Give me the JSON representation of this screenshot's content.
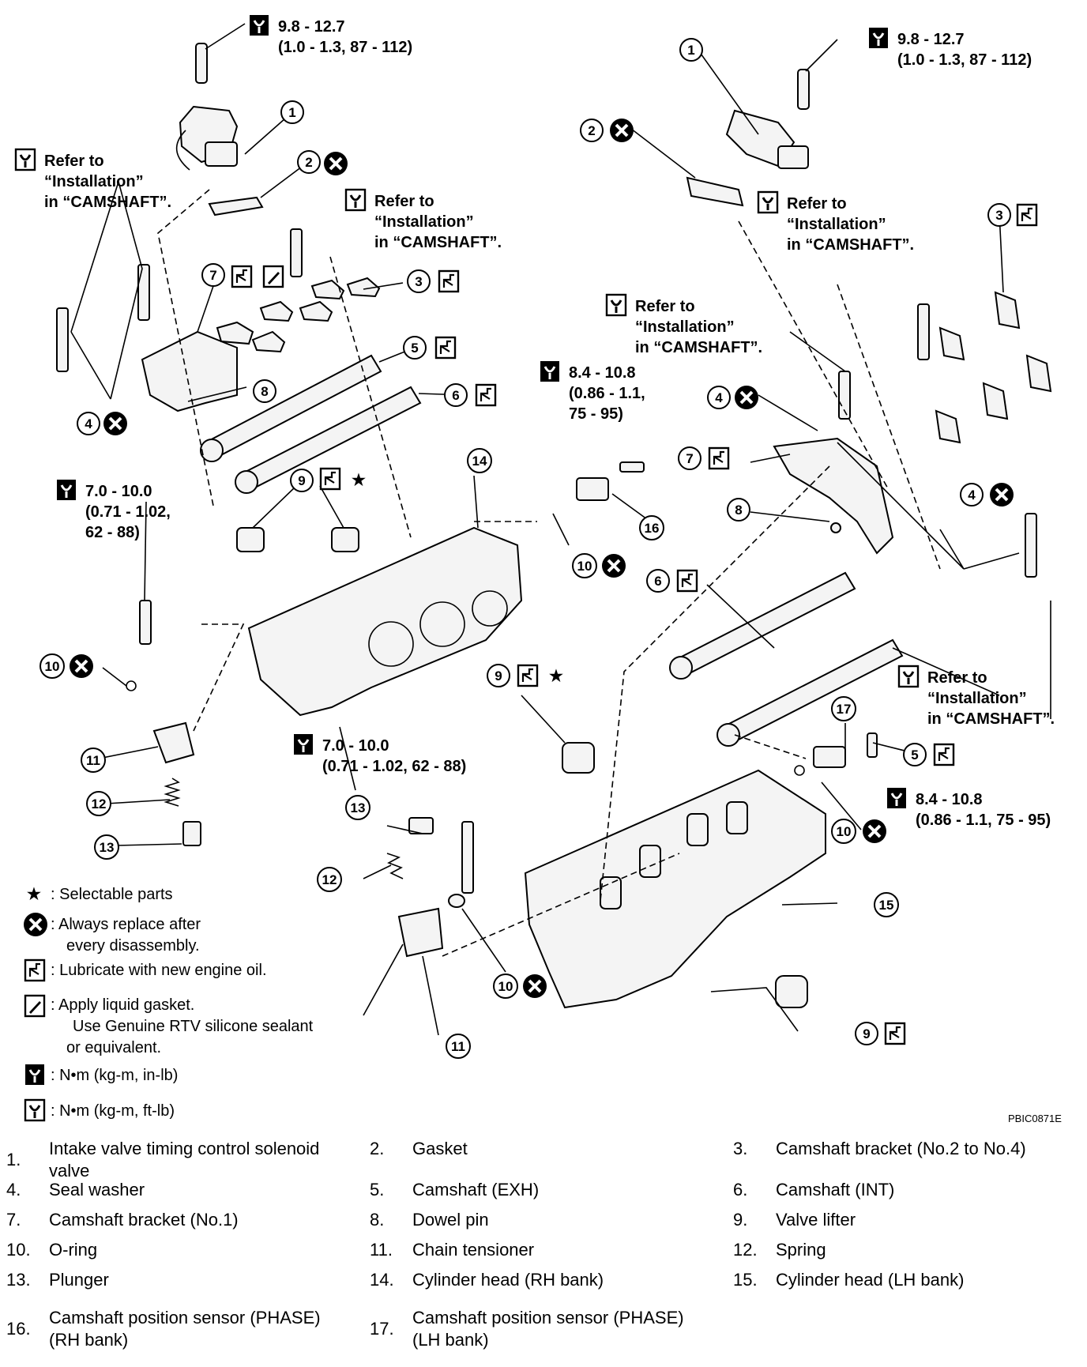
{
  "callouts": {
    "torque_rh_top": [
      "9.8 - 12.7",
      "(1.0 - 1.3, 87 - 112)"
    ],
    "torque_lh_top": [
      "9.8 - 12.7",
      "(1.0 - 1.3, 87 - 112)"
    ],
    "refer_rh_left": [
      "Refer to",
      "“Installation”",
      "in “CAMSHAFT”."
    ],
    "refer_rh_mid": [
      "Refer to",
      "“Installation”",
      "in “CAMSHAFT”."
    ],
    "refer_lh_top": [
      "Refer to",
      "“Installation”",
      "in “CAMSHAFT”."
    ],
    "refer_lh_mid": [
      "Refer to",
      "“Installation”",
      "in “CAMSHAFT”."
    ],
    "refer_lh_right": [
      "Refer to",
      "“Installation”",
      "in “CAMSHAFT”."
    ],
    "torque_sensor_rh": [
      "8.4 - 10.8",
      "(0.86 - 1.1,",
      "75 - 95)"
    ],
    "torque_tensioner_rh": [
      "7.0 - 10.0",
      "(0.71 - 1.02,",
      "62 - 88)"
    ],
    "torque_head_rh": [
      "7.0 - 10.0",
      "(0.71 - 1.02, 62 - 88)"
    ],
    "torque_sensor_lh": [
      "8.4 - 10.8",
      "(0.86 - 1.1, 75 - 95)"
    ]
  },
  "legend": {
    "selectable": ": Selectable parts",
    "replace": [
      ": Always replace after",
      "every disassembly."
    ],
    "lubricate": ": Lubricate with new engine oil.",
    "gasket": [
      ": Apply liquid gasket.",
      "Use Genuine RTV silicone sealant",
      "or equivalent."
    ],
    "nm_inlb": ": N•m  (kg-m, in-lb)",
    "nm_ftlb": ": N•m  (kg-m, ft-lb)"
  },
  "figure_code": "PBIC0871E",
  "parts": [
    {
      "num": "1.",
      "name": [
        "Intake valve timing control solenoid",
        "valve"
      ]
    },
    {
      "num": "2.",
      "name": [
        "Gasket"
      ]
    },
    {
      "num": "3.",
      "name": [
        "Camshaft bracket (No.2 to No.4)"
      ]
    },
    {
      "num": "4.",
      "name": [
        "Seal washer"
      ]
    },
    {
      "num": "5.",
      "name": [
        "Camshaft (EXH)"
      ]
    },
    {
      "num": "6.",
      "name": [
        "Camshaft (INT)"
      ]
    },
    {
      "num": "7.",
      "name": [
        "Camshaft bracket (No.1)"
      ]
    },
    {
      "num": "8.",
      "name": [
        "Dowel pin"
      ]
    },
    {
      "num": "9.",
      "name": [
        "Valve lifter"
      ]
    },
    {
      "num": "10.",
      "name": [
        "O-ring"
      ]
    },
    {
      "num": "11.",
      "name": [
        "Chain tensioner"
      ]
    },
    {
      "num": "12.",
      "name": [
        "Spring"
      ]
    },
    {
      "num": "13.",
      "name": [
        "Plunger"
      ]
    },
    {
      "num": "14.",
      "name": [
        "Cylinder head (RH bank)"
      ]
    },
    {
      "num": "15.",
      "name": [
        "Cylinder head (LH bank)"
      ]
    },
    {
      "num": "16.",
      "name": [
        "Camshaft position sensor (PHASE)",
        "(RH bank)"
      ]
    },
    {
      "num": "17.",
      "name": [
        "Camshaft position sensor (PHASE)",
        "(LH bank)"
      ]
    }
  ],
  "part_numbers": [
    "1",
    "2",
    "3",
    "4",
    "5",
    "6",
    "7",
    "8",
    "9",
    "10",
    "11",
    "12",
    "13",
    "14",
    "15",
    "16",
    "17"
  ],
  "icons": {
    "torque": "torque-wrench-icon",
    "replace": "x-circle-icon",
    "oil": "oil-can-icon",
    "gasket": "gasket-tube-icon",
    "star": "star-icon"
  }
}
